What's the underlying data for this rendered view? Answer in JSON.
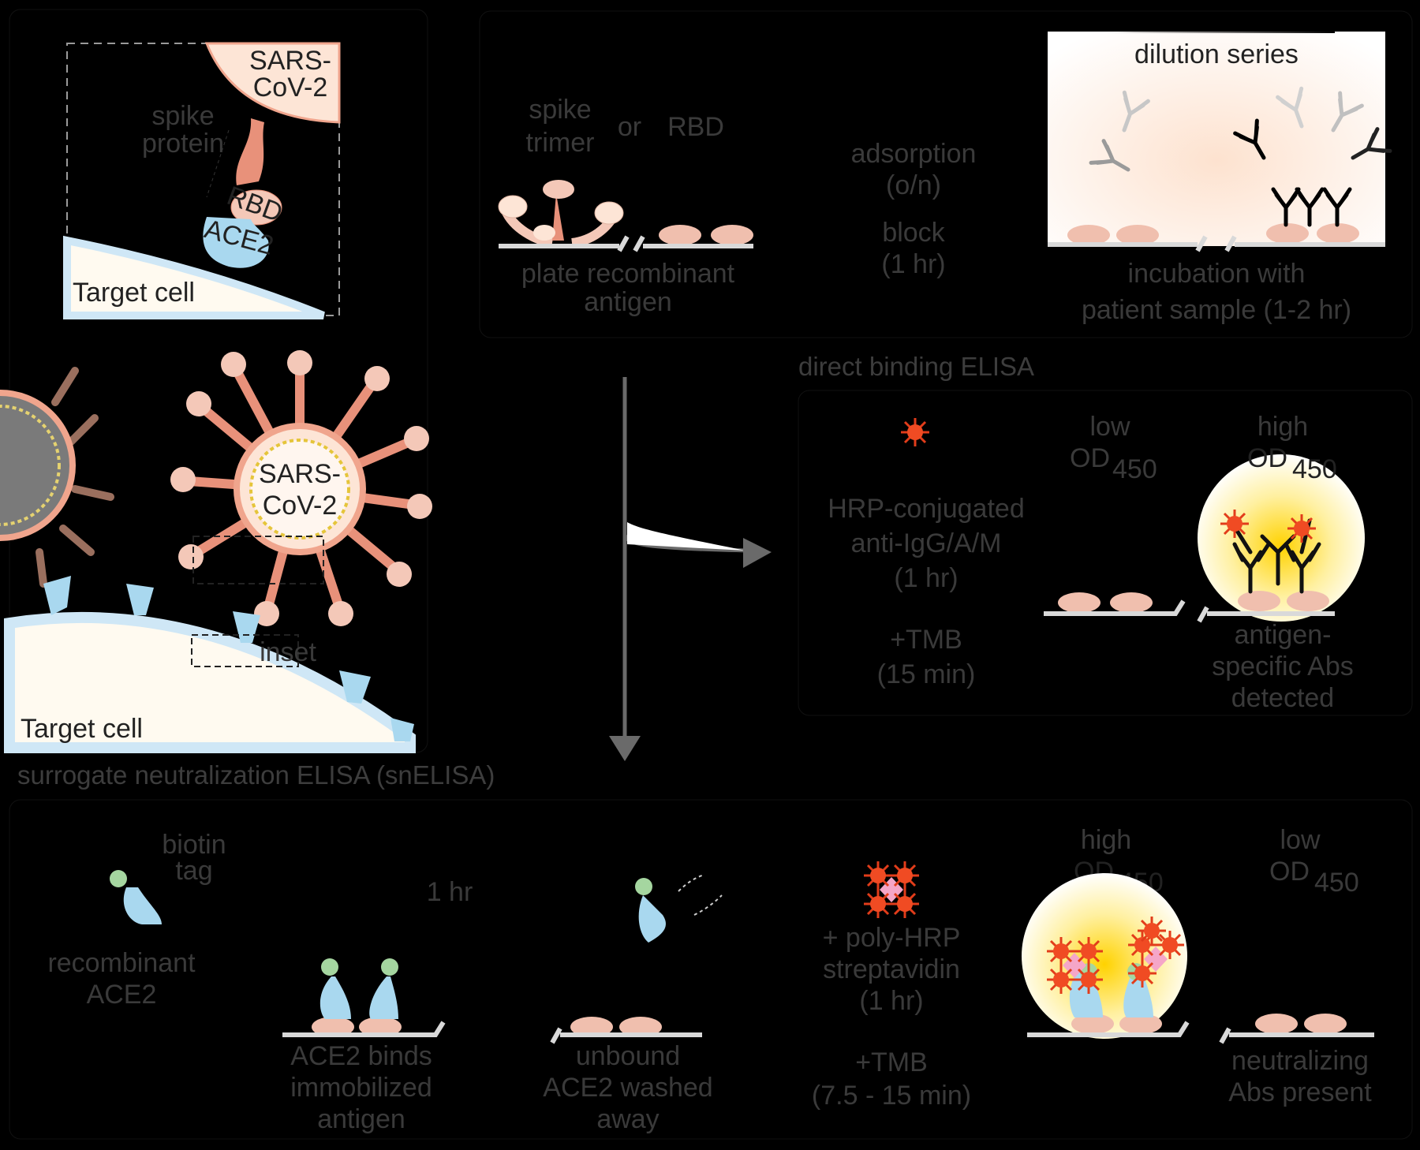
{
  "inset": {
    "virus": [
      "SARS-",
      "CoV-2"
    ],
    "spike": [
      "spike",
      "protein"
    ],
    "rbd": "RBD",
    "ace2": "ACE2",
    "cell": "Target cell"
  },
  "overview": {
    "virus": [
      "SARS-",
      "CoV-2"
    ],
    "inset": "inset",
    "cell": "Target cell"
  },
  "plate_step": {
    "spike": [
      "spike",
      "trimer"
    ],
    "or": "or",
    "rbd": "RBD",
    "caption": [
      "plate recombinant",
      "antigen"
    ]
  },
  "adsorb_step": {
    "adsorption": [
      "adsorption",
      "(o/n)"
    ],
    "block": [
      "block",
      "(1 hr)"
    ]
  },
  "incubation_step": {
    "dilution": "dilution series",
    "caption": [
      "incubation with",
      "patient sample (1-2 hr)"
    ]
  },
  "direct": {
    "title": "direct binding ELISA",
    "hrp": [
      "HRP-conjugated",
      "anti-IgG/A/M",
      "(1 hr)"
    ],
    "tmb": [
      "+TMB",
      "(15 min)"
    ],
    "low": "low",
    "high": "high",
    "od": "OD",
    "od_sub": "450",
    "caption": [
      "antigen-",
      "specific Abs",
      "detected"
    ]
  },
  "sn": {
    "title": "surrogate neutralization ELISA (snELISA)",
    "biotin": [
      "biotin",
      "tag"
    ],
    "recombinant": [
      "recombinant",
      "ACE2"
    ],
    "one_hr": "1 hr",
    "binds": [
      "ACE2 binds",
      "immobilized",
      "antigen"
    ],
    "unbound": [
      "unbound",
      "ACE2 washed",
      "away"
    ],
    "polyhrp": [
      "+ poly-HRP",
      "streptavidin",
      "(1 hr)"
    ],
    "tmb": [
      "+TMB",
      "(7.5 - 15 min)"
    ],
    "high": "high",
    "low": "low",
    "od": "OD",
    "od_sub": "450",
    "neutralizing": [
      "neutralizing",
      "Abs present"
    ]
  }
}
